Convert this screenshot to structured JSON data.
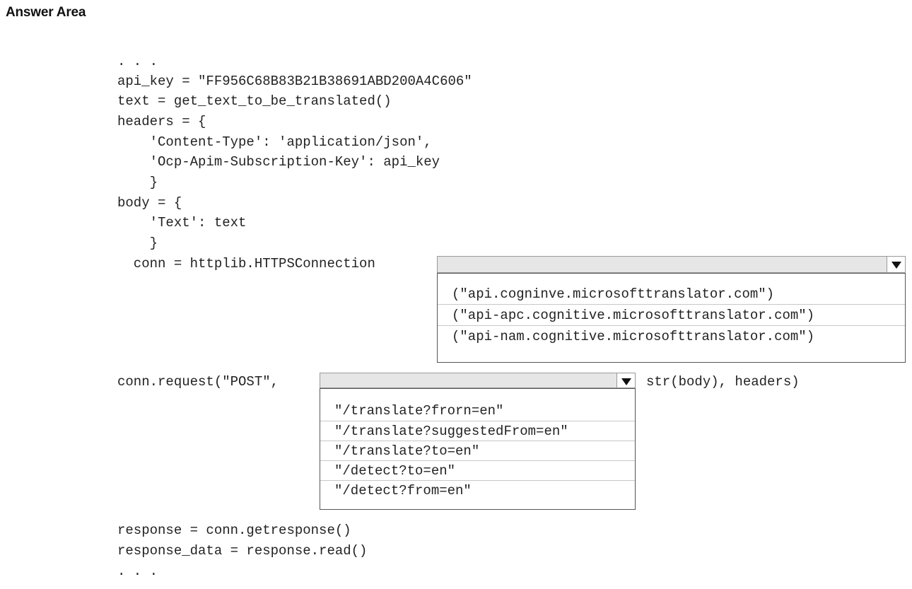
{
  "title": "Answer Area",
  "code_top": [
    ". . .",
    "api_key = \"FF956C68B83B21B38691ABD200A4C606\"",
    "text = get_text_to_be_translated()",
    "headers = {",
    "    'Content-Type': 'application/json',",
    "    'Ocp-Apim-Subscription-Key': api_key",
    "    }",
    "body = {",
    "    'Text': text",
    "    }",
    "  conn = httplib.HTTPSConnection"
  ],
  "host_options": [
    "(\"api.cogninve.microsofttranslator.com\")",
    "(\"api-apc.cognitive.microsofttranslator.com\")",
    "(\"api-nam.cognitive.microsofttranslator.com\")"
  ],
  "request_prefix": "conn.request(\"POST\",",
  "request_suffix": "str(body), headers)",
  "path_options": [
    "\"/translate?frorn=en\"",
    "\"/translate?suggestedFrom=en\"",
    "\"/translate?to=en\"",
    "\"/detect?to=en\"",
    "\"/detect?from=en\""
  ],
  "code_bottom": [
    "response = conn.getresponse()",
    "response_data = response.read()",
    ". . ."
  ]
}
